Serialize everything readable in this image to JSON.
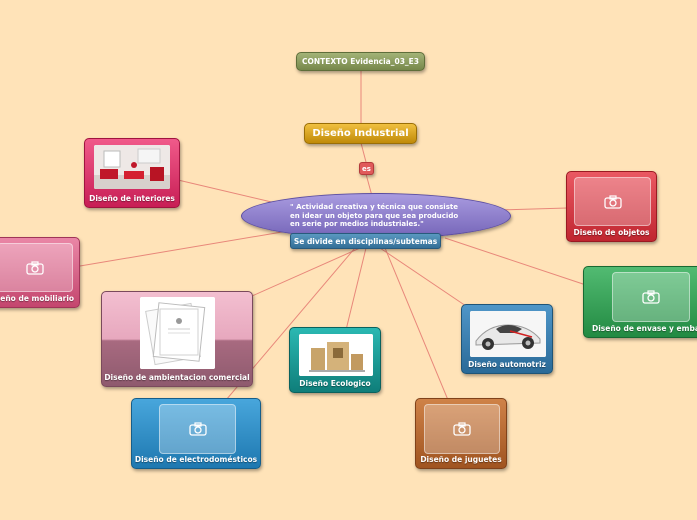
{
  "context": "CONTEXTO Evidencia_03_E3",
  "title": "Diseño Industrial",
  "connector": "es",
  "definition": "\" Actividad creativa y técnica que consiste en idear un objeto para que sea producido en serie por medios industriales.\"",
  "subtitle": "Se divide en disciplinas/subtemas",
  "colors": {
    "background": "#ffe3b8",
    "line": "#e8877a",
    "context": "#8a9a5b",
    "title": "#d49a10",
    "connector": "#e05a5a",
    "definition": "#8a7cc6",
    "subtitle": "#3f7ea5"
  },
  "branches": {
    "interiores": {
      "label": "Diseño de interiores",
      "color": "#e0306a",
      "media": "photo-interior"
    },
    "objetos": {
      "label": "Diseño de objetos",
      "color": "#d0303a",
      "media": "camera-icon"
    },
    "mobiliario": {
      "label": "Diseño de mobiliario",
      "color": "#d05a82",
      "media": "camera-icon"
    },
    "envase": {
      "label": "Diseño de envase y embalaje",
      "color": "#2f9a52",
      "media": "camera-icon"
    },
    "ambientacion": {
      "label": "Diseño de ambientacion comercial",
      "color": "#b87a8e",
      "media": "photo-document"
    },
    "ecologico": {
      "label": "Diseño Ecologico",
      "color": "#1a9a96",
      "media": "photo-furniture"
    },
    "automotriz": {
      "label": "Diseño automotriz",
      "color": "#3a7aa8",
      "media": "photo-car"
    },
    "electrodomesticos": {
      "label": "Diseño de electrodomésticos",
      "color": "#2a88c0",
      "media": "camera-icon"
    },
    "juguetes": {
      "label": "Diseño de juguetes",
      "color": "#b0602a",
      "media": "camera-icon"
    }
  }
}
